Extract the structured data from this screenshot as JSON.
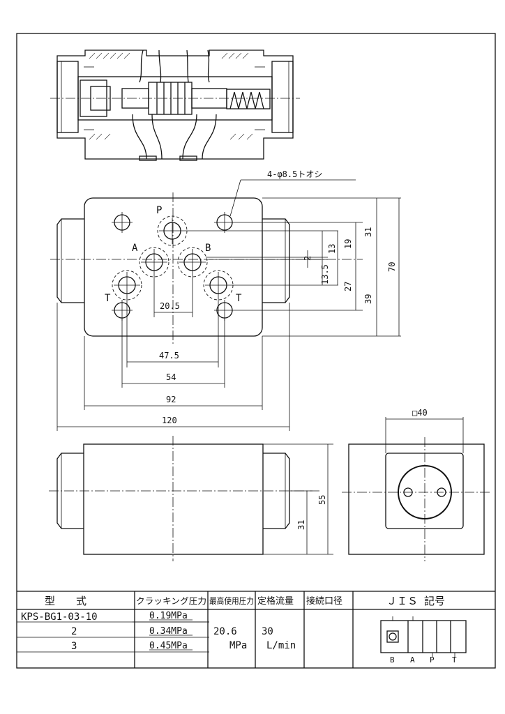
{
  "dimensions": {
    "holes": "4-φ8.5トオシ",
    "port_p": "P",
    "port_a": "A",
    "port_b": "B",
    "port_t_left": "T",
    "port_t_right": "T",
    "d_31": "31",
    "d_19": "19",
    "d_13": "13",
    "d_2": "2",
    "d_13_5": "13.5",
    "d_27": "27",
    "d_39": "39",
    "d_70": "70",
    "d_20_5": "20.5",
    "d_47_5": "47.5",
    "d_54": "54",
    "d_92": "92",
    "d_120": "120",
    "d_55": "55",
    "d_31_side": "31",
    "d_sq40": "□40"
  },
  "table": {
    "headers": {
      "model": "型　　式",
      "cracking": "クラッキング圧力",
      "max_pressure": "最高使用圧力",
      "rated_flow": "定格流量",
      "connection": "接続口径",
      "jis": "ＪＩＳ 記号"
    },
    "rows": [
      {
        "model": "KPS-BG1-03-10",
        "cracking": "0.19MPa"
      },
      {
        "model": "2",
        "cracking": "0.34MPa"
      },
      {
        "model": "3",
        "cracking": "0.45MPa"
      }
    ],
    "max_pressure_value": "20.6",
    "max_pressure_unit": "MPa",
    "rated_flow_value": "30",
    "rated_flow_unit": "L/min",
    "jis_ports": [
      "B",
      "A",
      "P",
      "T"
    ]
  }
}
